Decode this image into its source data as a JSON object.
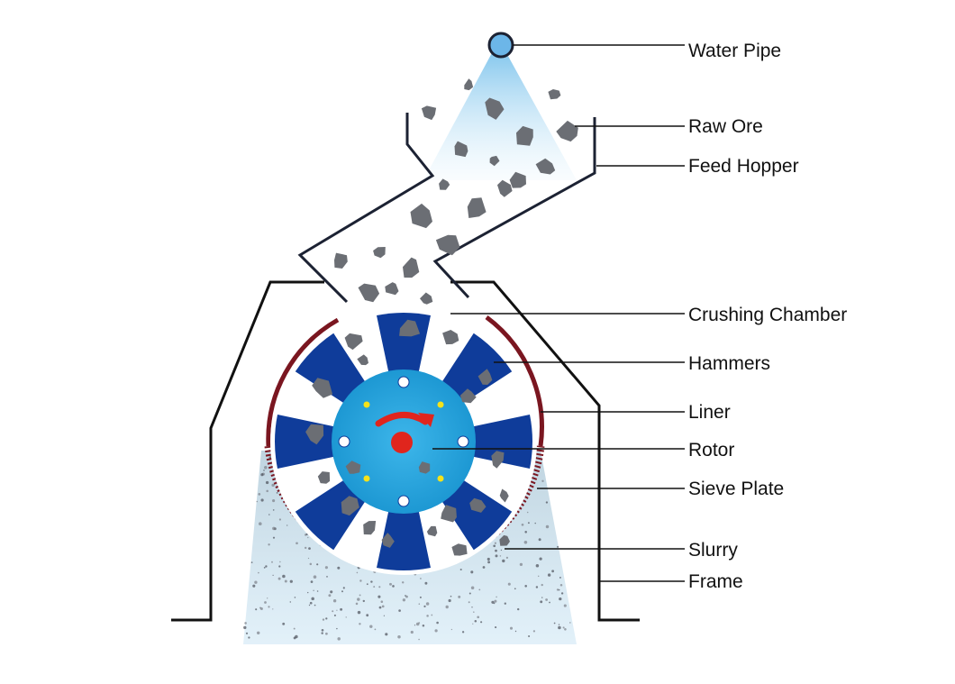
{
  "diagram": {
    "labels": {
      "water_pipe": "Water Pipe",
      "raw_ore": "Raw Ore",
      "feed_hopper": "Feed Hopper",
      "crushing_chamber": "Crushing Chamber",
      "hammers": "Hammers",
      "liner": "Liner",
      "rotor": "Rotor",
      "sieve_plate": "Sieve Plate",
      "slurry": "Slurry",
      "frame": "Frame"
    }
  },
  "colors": {
    "hammer": "#0f3c9a",
    "rotor": "#2aa7de",
    "liner": "#7a1620",
    "frame": "#111111",
    "hopper": "#1c2233",
    "ore": "#6b6e74",
    "rotation_arrow": "#e0251d",
    "rotor_center": "#e0251d",
    "bolt": "#f5e21a",
    "water_spray": "#a9d8f2",
    "slurry": "#c9dbe6"
  },
  "icons": {
    "rotation": "curved-arrow-icon",
    "pipe": "circle-pipe-icon"
  }
}
